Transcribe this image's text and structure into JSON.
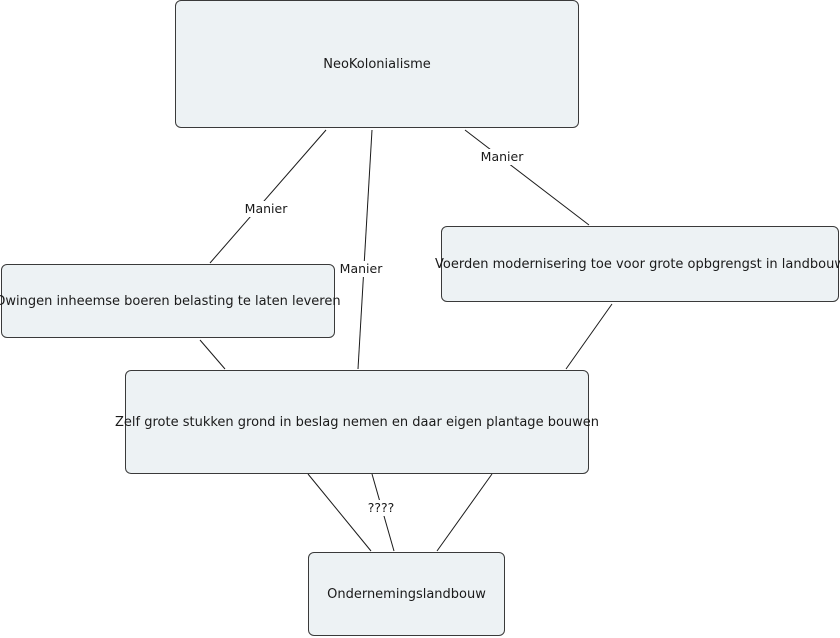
{
  "nodes": {
    "neokolonialisme": "NeoKolonialisme",
    "dwingen": "Dwingen inheemse boeren belasting te laten leveren",
    "voerden": "Voerden modernisering toe voor grote opbgrengst in landbouw",
    "zelf": "Zelf grote stukken grond in beslag nemen en daar eigen plantage bouwen",
    "onderneming": "Ondernemingslandbouw"
  },
  "edge_labels": {
    "manier_left": "Manier",
    "manier_middle": "Manier",
    "manier_right": "Manier",
    "question": "????"
  },
  "colors": {
    "node_fill": "#edf2f4",
    "node_border": "#3a3a3a",
    "line": "#1a1a1a"
  }
}
